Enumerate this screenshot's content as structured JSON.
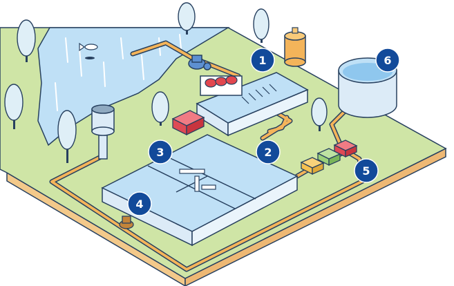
{
  "colors": {
    "ground_top": "#cfe5a6",
    "ground_side": "#f3c98a",
    "outline": "#27405f",
    "water": "#bfe0f6",
    "water_deep": "#8fc7ee",
    "pipe": "#f4b45a",
    "tank_side": "#dcebf7",
    "tree": "#dfeff7",
    "marker_fill": "#124a9a",
    "pump_red": "#e2474f",
    "panel_red": "#de4a55",
    "panel_green": "#9bd07a",
    "panel_yellow": "#f6c14f",
    "silo": "#f4b45a"
  },
  "icons": [
    "fish-icon",
    "tree-icon",
    "water-tower-icon",
    "pump-icon",
    "fuel-silo-icon",
    "control-panel-icon",
    "valve-icon"
  ],
  "stations": [
    {
      "label": "1"
    },
    {
      "label": "2"
    },
    {
      "label": "3"
    },
    {
      "label": "4"
    },
    {
      "label": "5"
    },
    {
      "label": "6"
    }
  ]
}
